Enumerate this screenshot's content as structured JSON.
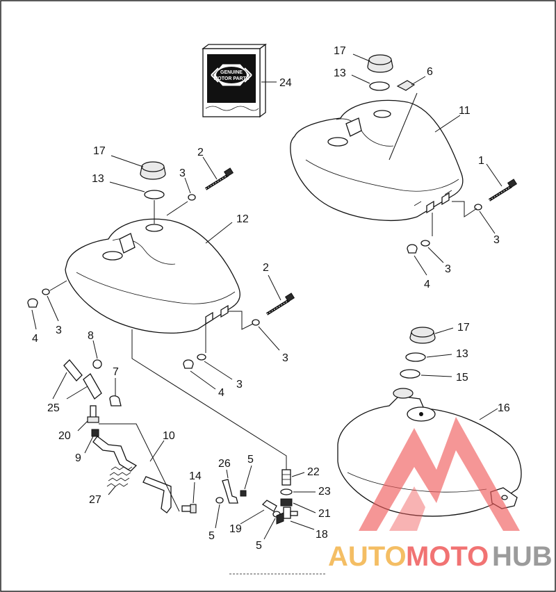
{
  "diagram": {
    "callouts": [
      {
        "id": "c24",
        "text": "24"
      },
      {
        "id": "c17a",
        "text": "17"
      },
      {
        "id": "c13a",
        "text": "13"
      },
      {
        "id": "c6",
        "text": "6"
      },
      {
        "id": "c11",
        "text": "11"
      },
      {
        "id": "c1",
        "text": "1"
      },
      {
        "id": "c3a",
        "text": "3"
      },
      {
        "id": "c3b",
        "text": "3"
      },
      {
        "id": "c4a",
        "text": "4"
      },
      {
        "id": "c17b",
        "text": "17"
      },
      {
        "id": "c2a",
        "text": "2"
      },
      {
        "id": "c13b",
        "text": "13"
      },
      {
        "id": "c3c",
        "text": "3"
      },
      {
        "id": "c12",
        "text": "12"
      },
      {
        "id": "c2b",
        "text": "2"
      },
      {
        "id": "c3d",
        "text": "3"
      },
      {
        "id": "c4b",
        "text": "4"
      },
      {
        "id": "c3e",
        "text": "3"
      },
      {
        "id": "c4c",
        "text": "4"
      },
      {
        "id": "c3f",
        "text": "3"
      },
      {
        "id": "c8",
        "text": "8"
      },
      {
        "id": "c7",
        "text": "7"
      },
      {
        "id": "c25",
        "text": "25"
      },
      {
        "id": "c20",
        "text": "20"
      },
      {
        "id": "c10",
        "text": "10"
      },
      {
        "id": "c9",
        "text": "9"
      },
      {
        "id": "c27",
        "text": "27"
      },
      {
        "id": "c14",
        "text": "14"
      },
      {
        "id": "c26",
        "text": "26"
      },
      {
        "id": "c5a",
        "text": "5"
      },
      {
        "id": "c22",
        "text": "22"
      },
      {
        "id": "c23",
        "text": "23"
      },
      {
        "id": "c21",
        "text": "21"
      },
      {
        "id": "c5b",
        "text": "5"
      },
      {
        "id": "c19",
        "text": "19"
      },
      {
        "id": "c5c",
        "text": "5"
      },
      {
        "id": "c18",
        "text": "18"
      },
      {
        "id": "c17c",
        "text": "17"
      },
      {
        "id": "c13c",
        "text": "13"
      },
      {
        "id": "c15",
        "text": "15"
      },
      {
        "id": "c16",
        "text": "16"
      }
    ],
    "badge": {
      "line1": "GENUINE",
      "line2": "MOTOR PARTS"
    }
  },
  "watermark": {
    "auto": "AUTO",
    "moto": "MOTO",
    "hub": "HUB"
  },
  "colors": {
    "watermark_triangle": "#ef5b5b",
    "watermark_auto": "#f3b34a",
    "watermark_hub": "#8a8a8a"
  }
}
